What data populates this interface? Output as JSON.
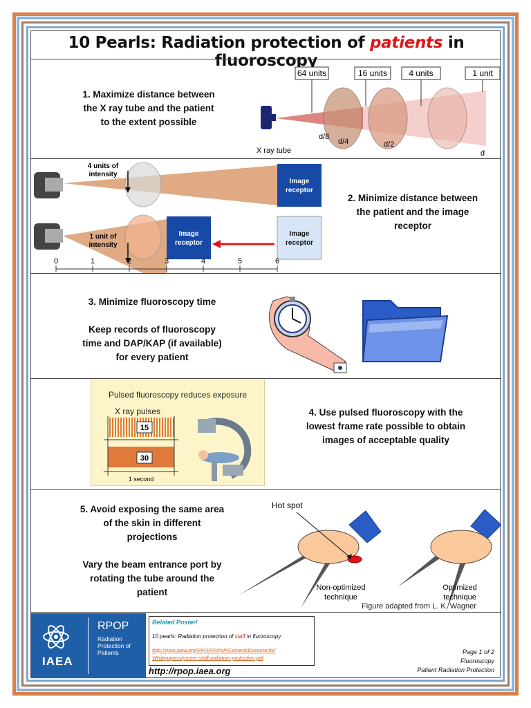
{
  "title": {
    "prefix": "10 Pearls: Radiation protection of ",
    "highlight": "patients",
    "suffix": " in fluoroscopy"
  },
  "pearl1": {
    "text": [
      "1. Maximize distance between",
      "the X ray tube and the patient",
      "to the extent possible"
    ],
    "labels": {
      "u64": "64 units",
      "u16": "16 units",
      "u4": "4 units",
      "u1": "1 unit",
      "d8": "d/8",
      "d4": "d/4",
      "d2": "d/2",
      "d": "d",
      "tube": "X ray tube"
    }
  },
  "pearl2": {
    "text": [
      "2. Minimize distance between",
      "the patient and the image",
      "receptor"
    ],
    "labels": {
      "four_units": "4 units of",
      "intensity": "intensity",
      "one_unit": "1 unit of",
      "receptor1": "Image",
      "receptor2": "receptor"
    },
    "axis": [
      "0",
      "1",
      "2",
      "3",
      "4",
      "5",
      "6"
    ]
  },
  "pearl3": {
    "line1": "3. Minimize fluoroscopy time",
    "line2": "Keep records of fluoroscopy",
    "line3": "time and DAP/KAP (if available)",
    "line4": "for every patient"
  },
  "pearl4": {
    "text": [
      "4. Use pulsed fluoroscopy with the",
      "lowest frame rate possible to obtain",
      "images of acceptable quality"
    ],
    "box_title": "Pulsed fluoroscopy reduces exposure",
    "pulses": "X ray pulses",
    "n15": "15",
    "n30": "30",
    "second": "1 second"
  },
  "pearl5": {
    "text": [
      "5. Avoid exposing the same area",
      "of the skin in different",
      "projections"
    ],
    "text2": [
      "Vary the beam entrance port by",
      "rotating the tube around the",
      "patient"
    ],
    "hotspot": "Hot spot",
    "nonopt1": "Non-optimized",
    "nonopt2": "technique",
    "opt1": "Optimized",
    "opt2": "technique",
    "credit": "Figure adapted from L. K. Wagner"
  },
  "footer": {
    "iaea": "IAEA",
    "rpop": "RPOP",
    "rpop_sub": [
      "Radiation",
      "Protection of",
      "Patients"
    ],
    "related_title": "Related Poster!",
    "related_pre": "10 pearls: Radiation protection of ",
    "related_red": "staff",
    "related_post": " in fluoroscopy",
    "related_link1": "http://rpop.iaea.org/RPOP/RPoP/Content/Documents/",
    "related_link2": "Whitepapers/poster-staff-radiation-protection.pdf",
    "url": "http://rpop.iaea.org",
    "page": "Page 1 of 2",
    "topic": "Fluoroscopy",
    "subtitle": "Patient Radiation Protection"
  },
  "colors": {
    "accent_red": "#e0141a",
    "receptor_blue": "#1749a6",
    "iaea_blue": "#1f5fa8",
    "border_orange": "#d9804a",
    "border_blue": "#8fb3d9"
  }
}
